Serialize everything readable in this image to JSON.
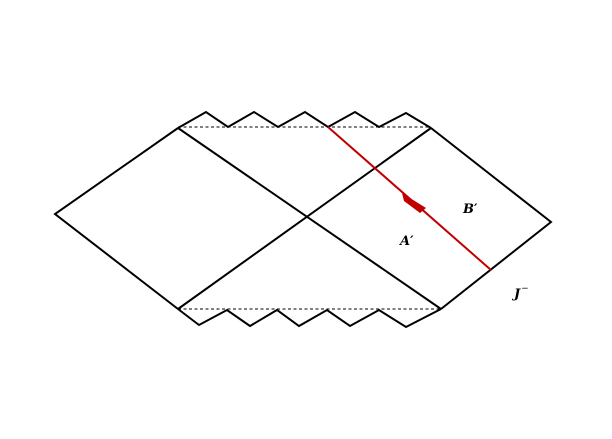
{
  "labels": {
    "a_prime": "A′",
    "b_prime": "B′",
    "scri_minus": "J",
    "scri_minus_sup": "−"
  },
  "colors": {
    "lines": "#000000",
    "ray": "#c00000"
  }
}
